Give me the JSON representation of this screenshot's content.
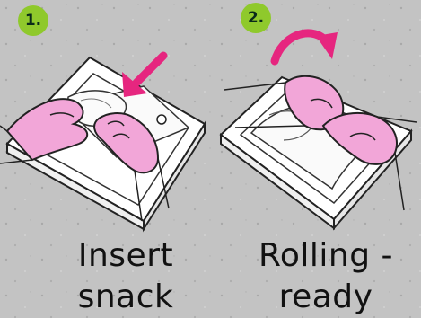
{
  "steps": [
    {
      "number": "1.",
      "caption_line1": "Insert",
      "caption_line2": "snack"
    },
    {
      "number": "2.",
      "caption_line1": "Rolling -",
      "caption_line2": "ready"
    }
  ],
  "colors": {
    "background": "#bfbfbf",
    "badge": "#8fc92c",
    "hand": "#f2a6d8",
    "arrow": "#e6267f",
    "outline": "#222222"
  },
  "icons": [
    "insert-arrow-icon",
    "rotate-arrow-icon"
  ]
}
